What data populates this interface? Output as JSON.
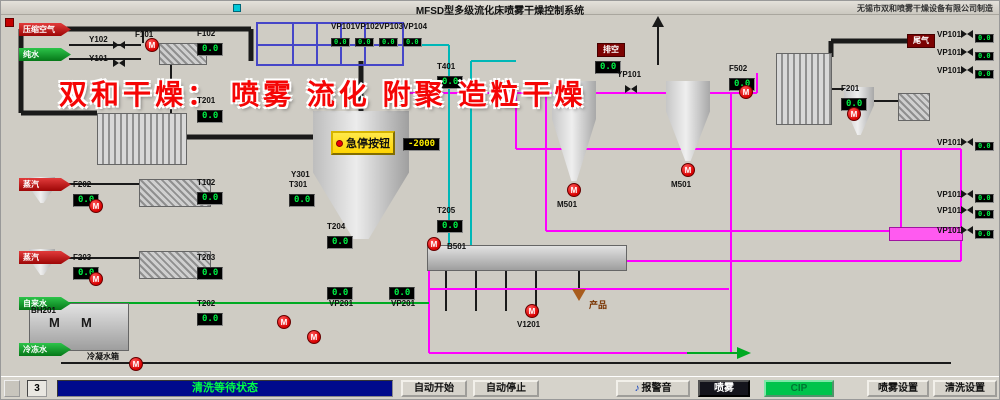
{
  "titlebar": {
    "title": "MFSD型多级流化床喷雾干燥控制系统",
    "manufacturer": "无锡市双和喷雾干燥设备有限公司制造"
  },
  "watermark": {
    "brand": "双和干燥：",
    "slogan": "喷雾 流化 附聚 造粒干燥"
  },
  "inlets": {
    "yasuo": {
      "label": "压缩空气",
      "color": "#9d0606"
    },
    "chunshui": {
      "label": "纯水",
      "color": "#067718"
    },
    "zhengqi1": {
      "label": "蒸汽",
      "color": "#9d0606"
    },
    "zhengqi2": {
      "label": "蒸汽",
      "color": "#9d0606"
    },
    "zilaishui": {
      "label": "自来水",
      "color": "#067718"
    },
    "lengdongshui": {
      "label": "冷冻水",
      "color": "#067718"
    }
  },
  "displays": {
    "f102": {
      "label": "F102",
      "value": "0.0"
    },
    "t201": {
      "label": "T201",
      "value": "0.0"
    },
    "t102": {
      "label": "T102",
      "value": "0.0"
    },
    "f202": {
      "label": "F202",
      "value": "0.0"
    },
    "f203": {
      "label": "F203",
      "value": "0.0"
    },
    "t203": {
      "label": "T203",
      "value": "0.0"
    },
    "t202": {
      "label": "T202",
      "value": "0.0"
    },
    "t204": {
      "label": "T204",
      "value": "0.0"
    },
    "t205": {
      "label": "T205",
      "value": "0.0"
    },
    "t401": {
      "label": "T401",
      "value": "0.0"
    },
    "t301": {
      "label": "T301",
      "value": "0.0"
    },
    "f502": {
      "label": "F502",
      "value": "0.0"
    },
    "f201": {
      "label": "F201",
      "value": "0.0"
    },
    "paikong": {
      "value": "0.0"
    },
    "vacuum": {
      "value": "-2000"
    },
    "vp1": {
      "label": "VP101",
      "value": "0.0"
    },
    "vp2": {
      "label": "VP102",
      "value": "0.0"
    },
    "vp3": {
      "label": "VP103",
      "value": "0.0"
    },
    "vp4": {
      "label": "VP104",
      "value": "0.0"
    },
    "d1": {
      "value": "0.0"
    },
    "d2": {
      "value": "0.0"
    }
  },
  "right_valves": [
    {
      "label": "VP101",
      "value": "0.0"
    },
    {
      "label": "VP101",
      "value": "0.0"
    },
    {
      "label": "VP101",
      "value": "0.0"
    },
    {
      "label": "VP101",
      "value": "0.0"
    },
    {
      "label": "VP101",
      "value": "0.0"
    },
    {
      "label": "VP101",
      "value": "0.0"
    },
    {
      "label": "VP101",
      "value": "0.0"
    }
  ],
  "tags": {
    "f101": "F101",
    "y102": "Y102",
    "y101": "Y101",
    "y301": "Y301",
    "yp101": "YP101",
    "m501a": "M501",
    "m501b": "M501",
    "b501": "B501",
    "bh201": "BH201",
    "v1201": "V1201",
    "vp201a": "VP201",
    "vp201b": "VP201"
  },
  "texts": {
    "estop": "急停按钮",
    "paikong": "排空",
    "weiqi": "尾气",
    "chanpin": "产品",
    "tank": "冷凝水箱",
    "pump": "M"
  },
  "icons": {
    "speaker": "♪"
  },
  "colors": {
    "pipe_magenta": "#ff00ff",
    "pipe_cyan": "#00b7b7",
    "pipe_green": "#00aa22",
    "pipe_blue": "#4646c8",
    "estop_yellow": "#ffd400",
    "status_text_green": "#00ff44",
    "status_bar_blue": "#000a8c",
    "pump_red": "#d80000",
    "watermark_red": "#f50505"
  },
  "bottombar": {
    "page": "3",
    "status": "清洗等待状态",
    "auto_start": "自动开始",
    "auto_stop": "自动停止",
    "alarm": "报警音",
    "spray": "喷雾",
    "cip": "CIP",
    "spray_set": "喷雾设置",
    "clean_set": "清洗设置"
  }
}
